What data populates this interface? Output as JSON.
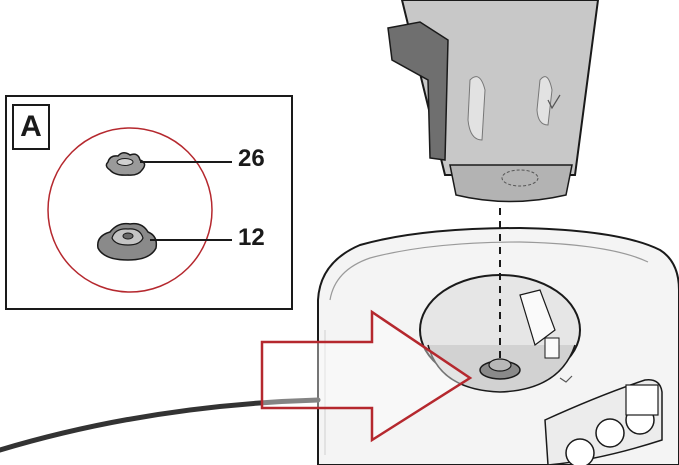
{
  "inset": {
    "label": "A",
    "callouts": [
      {
        "number": "26",
        "part": "small-seal-ring"
      },
      {
        "number": "12",
        "part": "blade-base-seal"
      }
    ]
  },
  "colors": {
    "line": "#1a1a1a",
    "highlight": "#b5282e",
    "bowl_steel": "#c8c8c8",
    "handle_grey": "#6f6f6f",
    "base_white": "#f4f4f4"
  },
  "icons": [
    "jug-icon",
    "insert-arrow-icon",
    "seal-ring-icon",
    "blade-seal-icon",
    "power-cord-icon"
  ]
}
